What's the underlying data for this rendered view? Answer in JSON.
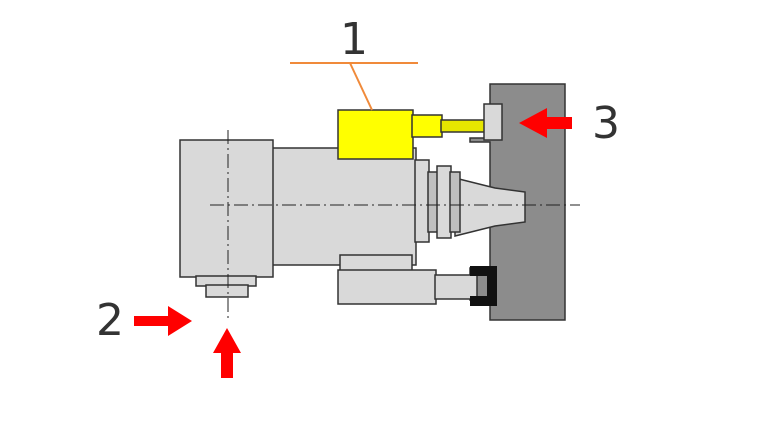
{
  "callouts": {
    "one": "1",
    "two": "2",
    "three": "3"
  },
  "colors": {
    "metal_light": "#d9d9d9",
    "metal_mid": "#bfbfbf",
    "wall": "#8c8c8c",
    "highlight": "#ffff00",
    "highlight_dark": "#e6e600",
    "arrow": "#ff0000",
    "leader": "#f08a3a",
    "seal": "#111111",
    "outline": "#333333",
    "centerline": "#222222"
  }
}
